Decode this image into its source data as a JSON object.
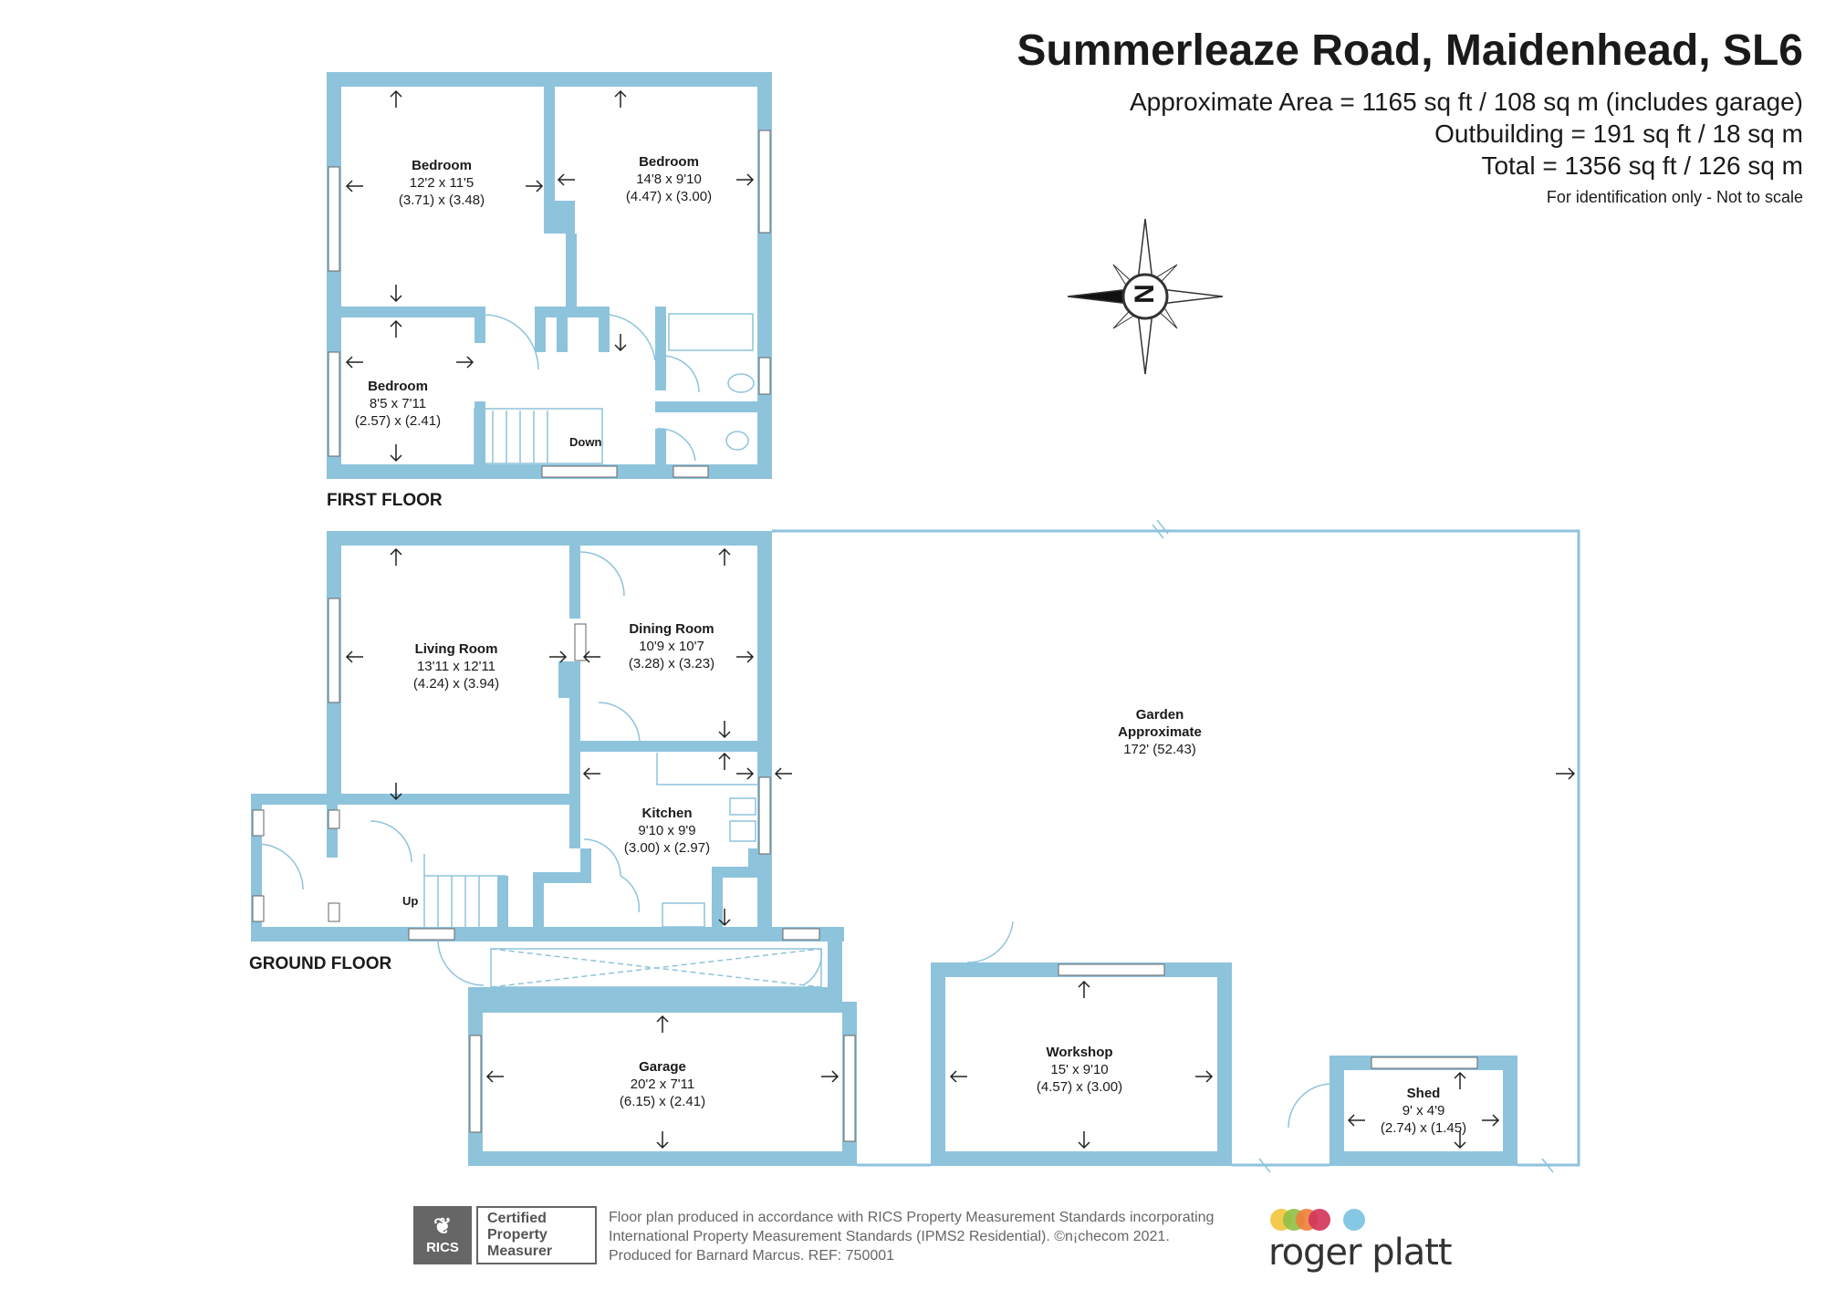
{
  "header": {
    "title": "Summerleaze Road, Maidenhead, SL6",
    "approx_area": "Approximate Area = 1165 sq ft / 108 sq m (includes garage)",
    "outbuilding": "Outbuilding = 191 sq ft / 18 sq m",
    "total": "Total = 1356 sq ft / 126 sq m",
    "note": "For identification only - Not to scale"
  },
  "compass": {
    "letter": "N",
    "icon": "compass-icon"
  },
  "floors": {
    "first": {
      "label": "FIRST FLOOR",
      "rooms": [
        {
          "name": "Bedroom",
          "imperial": "12'2 x 11'5",
          "metric": "(3.71) x (3.48)"
        },
        {
          "name": "Bedroom",
          "imperial": "14'8 x 9'10",
          "metric": "(4.47) x (3.00)"
        },
        {
          "name": "Bedroom",
          "imperial": "8'5 x 7'11",
          "metric": "(2.57) x (2.41)"
        }
      ],
      "stairs_label": "Down"
    },
    "ground": {
      "label": "GROUND FLOOR",
      "rooms": [
        {
          "name": "Living Room",
          "imperial": "13'11 x 12'11",
          "metric": "(4.24) x (3.94)"
        },
        {
          "name": "Dining Room",
          "imperial": "10'9 x 10'7",
          "metric": "(3.28) x (3.23)"
        },
        {
          "name": "Kitchen",
          "imperial": "9'10 x 9'9",
          "metric": "(3.00) x (2.97)"
        },
        {
          "name": "Garage",
          "imperial": "20'2 x 7'11",
          "metric": "(6.15) x (2.41)"
        }
      ],
      "stairs_label": "Up"
    },
    "outside": {
      "garden": {
        "name": "Garden",
        "line2": "Approximate",
        "size": "172' (52.43)"
      },
      "workshop": {
        "name": "Workshop",
        "imperial": "15' x 9'10",
        "metric": "(4.57) x (3.00)"
      },
      "shed": {
        "name": "Shed",
        "imperial": "9' x 4'9",
        "metric": "(2.74) x (1.45)"
      }
    }
  },
  "footer": {
    "rics_logo_text": "RICS",
    "certified": [
      "Certified",
      "Property",
      "Measurer"
    ],
    "line1": "Floor plan produced in accordance with RICS Property Measurement Standards incorporating",
    "line2": "International Property Measurement Standards (IPMS2 Residential).  ©n¡checom 2021.",
    "line3": "Produced for Barnard Marcus.   REF:  750001",
    "brand": "roger platt",
    "brand_dot_colors": [
      "#f3c43b",
      "#8fc045",
      "#ef7d3a",
      "#d1335a",
      "#78c2e0"
    ]
  },
  "colors": {
    "wall": "#8ec3dc",
    "text": "#1a1a1a"
  }
}
